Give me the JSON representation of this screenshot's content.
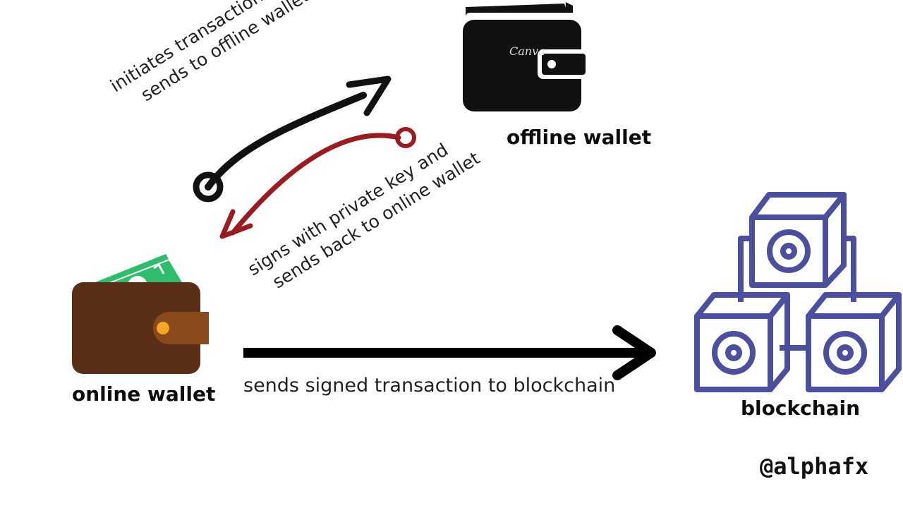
{
  "labels": {
    "offline_wallet": "offline wallet",
    "online_wallet": "online wallet",
    "blockchain": "blockchain"
  },
  "notes": {
    "initiate_line1": "initiates transaction and",
    "initiate_line2": "sends to offline wallet",
    "signs_line1": "signs with private key and",
    "signs_line2": "sends back to online wallet",
    "send_to_chain": "sends signed transaction to blockchain"
  },
  "watermark": "Canva",
  "handle": "@alphafx",
  "colors": {
    "offline_wallet": "#111111",
    "online_wallet_body": "#5a2e17",
    "online_wallet_clasp": "#8b4a1c",
    "clasp_button": "#f5a623",
    "cash": "#2ebd6b",
    "blockchain": "#4b4f9f",
    "arrow_initiate": "#111111",
    "arrow_signs": "#9b1b1f",
    "arrow_send": "#000000"
  },
  "icons": [
    "offline-wallet-icon",
    "online-wallet-icon",
    "blockchain-icon"
  ]
}
